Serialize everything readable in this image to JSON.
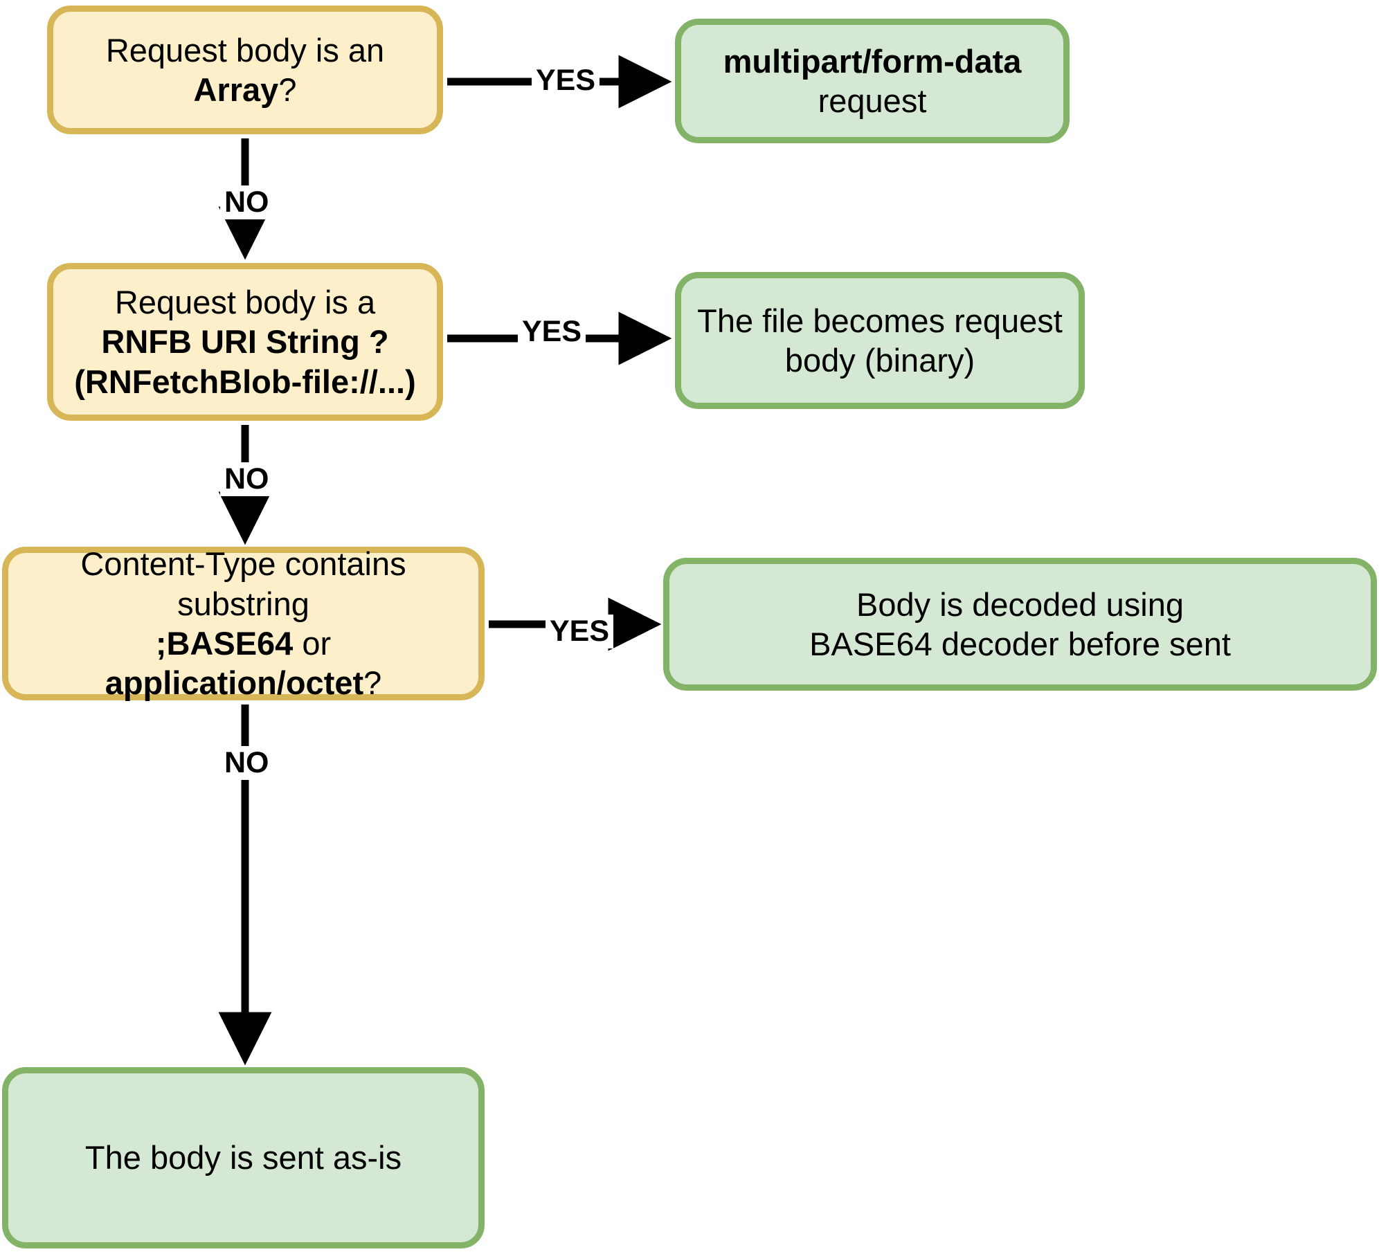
{
  "diagram": {
    "title": "Request body handling decision flow",
    "colors": {
      "decision_fill": "#fcefc9",
      "decision_border": "#d6b656",
      "terminal_fill": "#d5e8d4",
      "terminal_border": "#82b366",
      "edge": "#000000",
      "background": "#ffffff"
    },
    "nodes": {
      "d1": {
        "type": "decision",
        "text": "Request body is an Array?",
        "parts": [
          {
            "t": "Request body is an ",
            "bold": false
          },
          {
            "t": "Array",
            "bold": true
          },
          {
            "t": "?",
            "bold": false
          }
        ]
      },
      "t1": {
        "type": "terminal",
        "text": "multipart/form-data request",
        "lines": [
          {
            "t": "multipart/form-data",
            "bold": true
          },
          {
            "t": "request",
            "bold": false
          }
        ]
      },
      "d2": {
        "type": "decision",
        "text": "Request body is a RNFB URI String ? (RNFetchBlob-file://...)",
        "lines": [
          {
            "t": "Request body is a",
            "bold": false
          },
          {
            "t": "RNFB URI String ?",
            "bold": true
          },
          {
            "t": "(RNFetchBlob-file://...)",
            "bold": true
          }
        ]
      },
      "t2": {
        "type": "terminal",
        "text": "The file becomes request body (binary)",
        "lines": [
          {
            "t": "The file becomes request",
            "bold": false
          },
          {
            "t": "body (binary)",
            "bold": false
          }
        ]
      },
      "d3": {
        "type": "decision",
        "text": "Content-Type contains substring ;BASE64 or application/octet?",
        "line1": [
          {
            "t": "Content-Type contains substring",
            "bold": false
          }
        ],
        "line2": [
          {
            "t": ";BASE64",
            "bold": true
          },
          {
            "t": " or ",
            "bold": false
          },
          {
            "t": "application/octet",
            "bold": true
          },
          {
            "t": "?",
            "bold": false
          }
        ]
      },
      "t3": {
        "type": "terminal",
        "text": "Body is decoded using BASE64 decoder before sent",
        "lines": [
          {
            "t": "Body is decoded using",
            "bold": false
          },
          {
            "t": "BASE64 decoder before sent",
            "bold": false
          }
        ]
      },
      "t4": {
        "type": "terminal",
        "text": "The body is sent as-is",
        "lines": [
          {
            "t": "The body is sent as-is",
            "bold": false
          }
        ]
      }
    },
    "edges": [
      {
        "id": "e1",
        "from": "d1",
        "to": "t1",
        "label": "YES"
      },
      {
        "id": "e2",
        "from": "d1",
        "to": "d2",
        "label": "NO"
      },
      {
        "id": "e3",
        "from": "d2",
        "to": "t2",
        "label": "YES"
      },
      {
        "id": "e4",
        "from": "d2",
        "to": "d3",
        "label": "NO"
      },
      {
        "id": "e5",
        "from": "d3",
        "to": "t3",
        "label": "YES"
      },
      {
        "id": "e6",
        "from": "d3",
        "to": "t4",
        "label": "NO"
      }
    ],
    "edge_labels": {
      "yes1": "YES",
      "yes2": "YES",
      "yes3": "YES",
      "no1": "NO",
      "no2": "NO",
      "no3": "NO"
    }
  }
}
